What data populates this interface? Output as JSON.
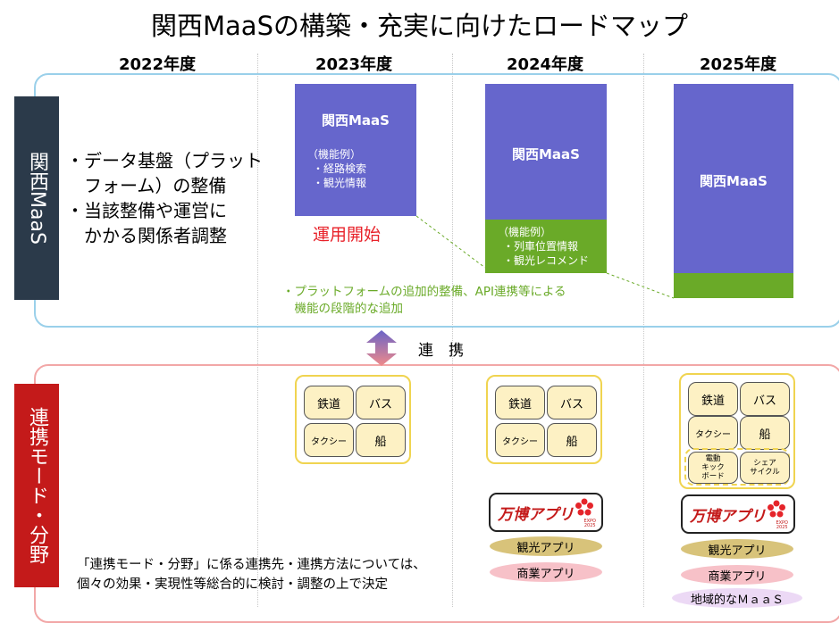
{
  "title": "関西MaaSの構築・充実に向けたロードマップ",
  "years": [
    "2022年度",
    "2023年度",
    "2024年度",
    "2025年度"
  ],
  "side_labels": {
    "maas": "関西MaaS",
    "modes": "連携モード・分野"
  },
  "y2022": {
    "line1": "・データ基盤（プラット",
    "line2": "　フォーム）の整備",
    "line3": "・当該整備や運営に",
    "line4": "　かかる関係者調整"
  },
  "y2023": {
    "box_title": "関西MaaS",
    "feature_head": "（機能例）",
    "feature1": "・経路検索",
    "feature2": "・観光情報",
    "launch": "運用開始"
  },
  "y2024": {
    "box_title": "関西MaaS",
    "feature_head": "（機能例）",
    "feature1": "・列車位置情報",
    "feature2": "・観光レコメンド"
  },
  "y2025": {
    "box_title": "関西MaaS"
  },
  "green_note": {
    "line1": "・プラットフォームの追加的整備、API連携等による",
    "line2": "　機能の段階的な追加"
  },
  "link_label": "連　携",
  "modes": {
    "rail": "鉄道",
    "bus": "バス",
    "taxi": "タクシー",
    "ship": "船",
    "kickboard": "電動\nキック\nボード",
    "cycle": "シェア\nサイクル"
  },
  "expo_app": "万博アプリ",
  "expo_logo_text": "EXPO\n2025",
  "apps": {
    "tourism": "観光アプリ",
    "commerce": "商業アプリ",
    "regional": "地域的なＭａａＳ"
  },
  "bottom_note": {
    "line1": "「連携モード・分野」に係る連携先・連携方法については、",
    "line2": "個々の効果・実現性等総合的に検討・調整の上で決定"
  },
  "colors": {
    "purple": "#6666cc",
    "green": "#6aaa28",
    "dark": "#2b3a4a",
    "red": "#c41a1a",
    "chip": "#fdf1c4",
    "gold_oval": "#d8c37a",
    "pink_oval": "#f7c1c8",
    "lavender_oval": "#ecd9f5"
  }
}
